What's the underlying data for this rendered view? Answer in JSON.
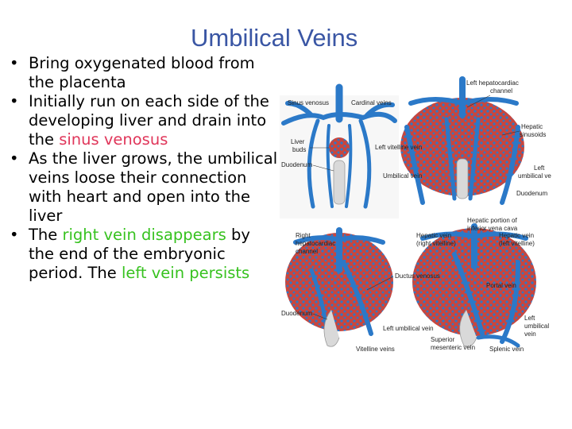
{
  "slide": {
    "title": "Umbilical Veins",
    "bullets": [
      {
        "segments": [
          {
            "text": "Bring oxygenated blood from the placenta",
            "style": "plain"
          }
        ]
      },
      {
        "segments": [
          {
            "text": "Initially run on each side of the developing liver and drain into the ",
            "style": "plain"
          },
          {
            "text": "sinus venosus",
            "style": "red"
          }
        ]
      },
      {
        "segments": [
          {
            "text": "As the liver grows, the umbilical veins loose their connection with heart and open into the liver",
            "style": "plain"
          }
        ]
      },
      {
        "segments": [
          {
            "text": "The ",
            "style": "plain"
          },
          {
            "text": "right vein disappears",
            "style": "green"
          },
          {
            "text": " by the end of the embryonic period. The ",
            "style": "plain"
          },
          {
            "text": "left vein persists",
            "style": "green"
          }
        ]
      }
    ]
  },
  "figure": {
    "labels": {
      "left_hepatocardiac_channel_1": "Left hepatocardiac",
      "left_hepatocardiac_channel_2": "channel",
      "sinus_venosus": "Sinus venosus",
      "cardinal_veins": "Cardinal veins",
      "hepatic_sinusoids_1": "Hepatic",
      "hepatic_sinusoids_2": "sinusoids",
      "liver_buds_1": "Liver",
      "liver_buds_2": "buds",
      "left_vitelline_vein": "Left vitelline vein",
      "duodenum_top": "Duodenum",
      "umbilical_vein": "Umbilical vein",
      "left_umbilical_vein_top_1": "Left",
      "left_umbilical_vein_top_2": "umbilical vein",
      "duodenum_right": "Duodenum",
      "hepatic_portion_ivc_1": "Hepatic portion of",
      "hepatic_portion_ivc_2": "inferior vena cava",
      "right_hepatocardiac_channel_1": "Right",
      "right_hepatocardiac_channel_2": "hepatocardiac",
      "right_hepatocardiac_channel_3": "channel",
      "hepatic_vein_right_1": "Hepatic vein",
      "hepatic_vein_right_2": "(right vitelline)",
      "hepatic_vein_left_1": "Hepatic vein",
      "hepatic_vein_left_2": "(left vitelline)",
      "ductus_venosus": "Ductus venosus",
      "portal_vein": "Portal vein",
      "duodenum_bottom": "Duodenum",
      "left_umbilical_vein_bottom": "Left umbilical vein",
      "left_umbilical_vein_side_1": "Left",
      "left_umbilical_vein_side_2": "umbilical",
      "left_umbilical_vein_side_3": "vein",
      "vitelline_veins": "Vitelline veins",
      "superior_mesenteric_vein_1": "Superior",
      "superior_mesenteric_vein_2": "mesenteric vein",
      "splenic_vein": "Splenic vein"
    },
    "colors": {
      "vein_blue": "#2b79c8",
      "liver_red": "#c8463e",
      "liver_light": "#e07a66",
      "gut_grey": "#b8b8b8",
      "title_blue": "#3a56a4"
    }
  }
}
